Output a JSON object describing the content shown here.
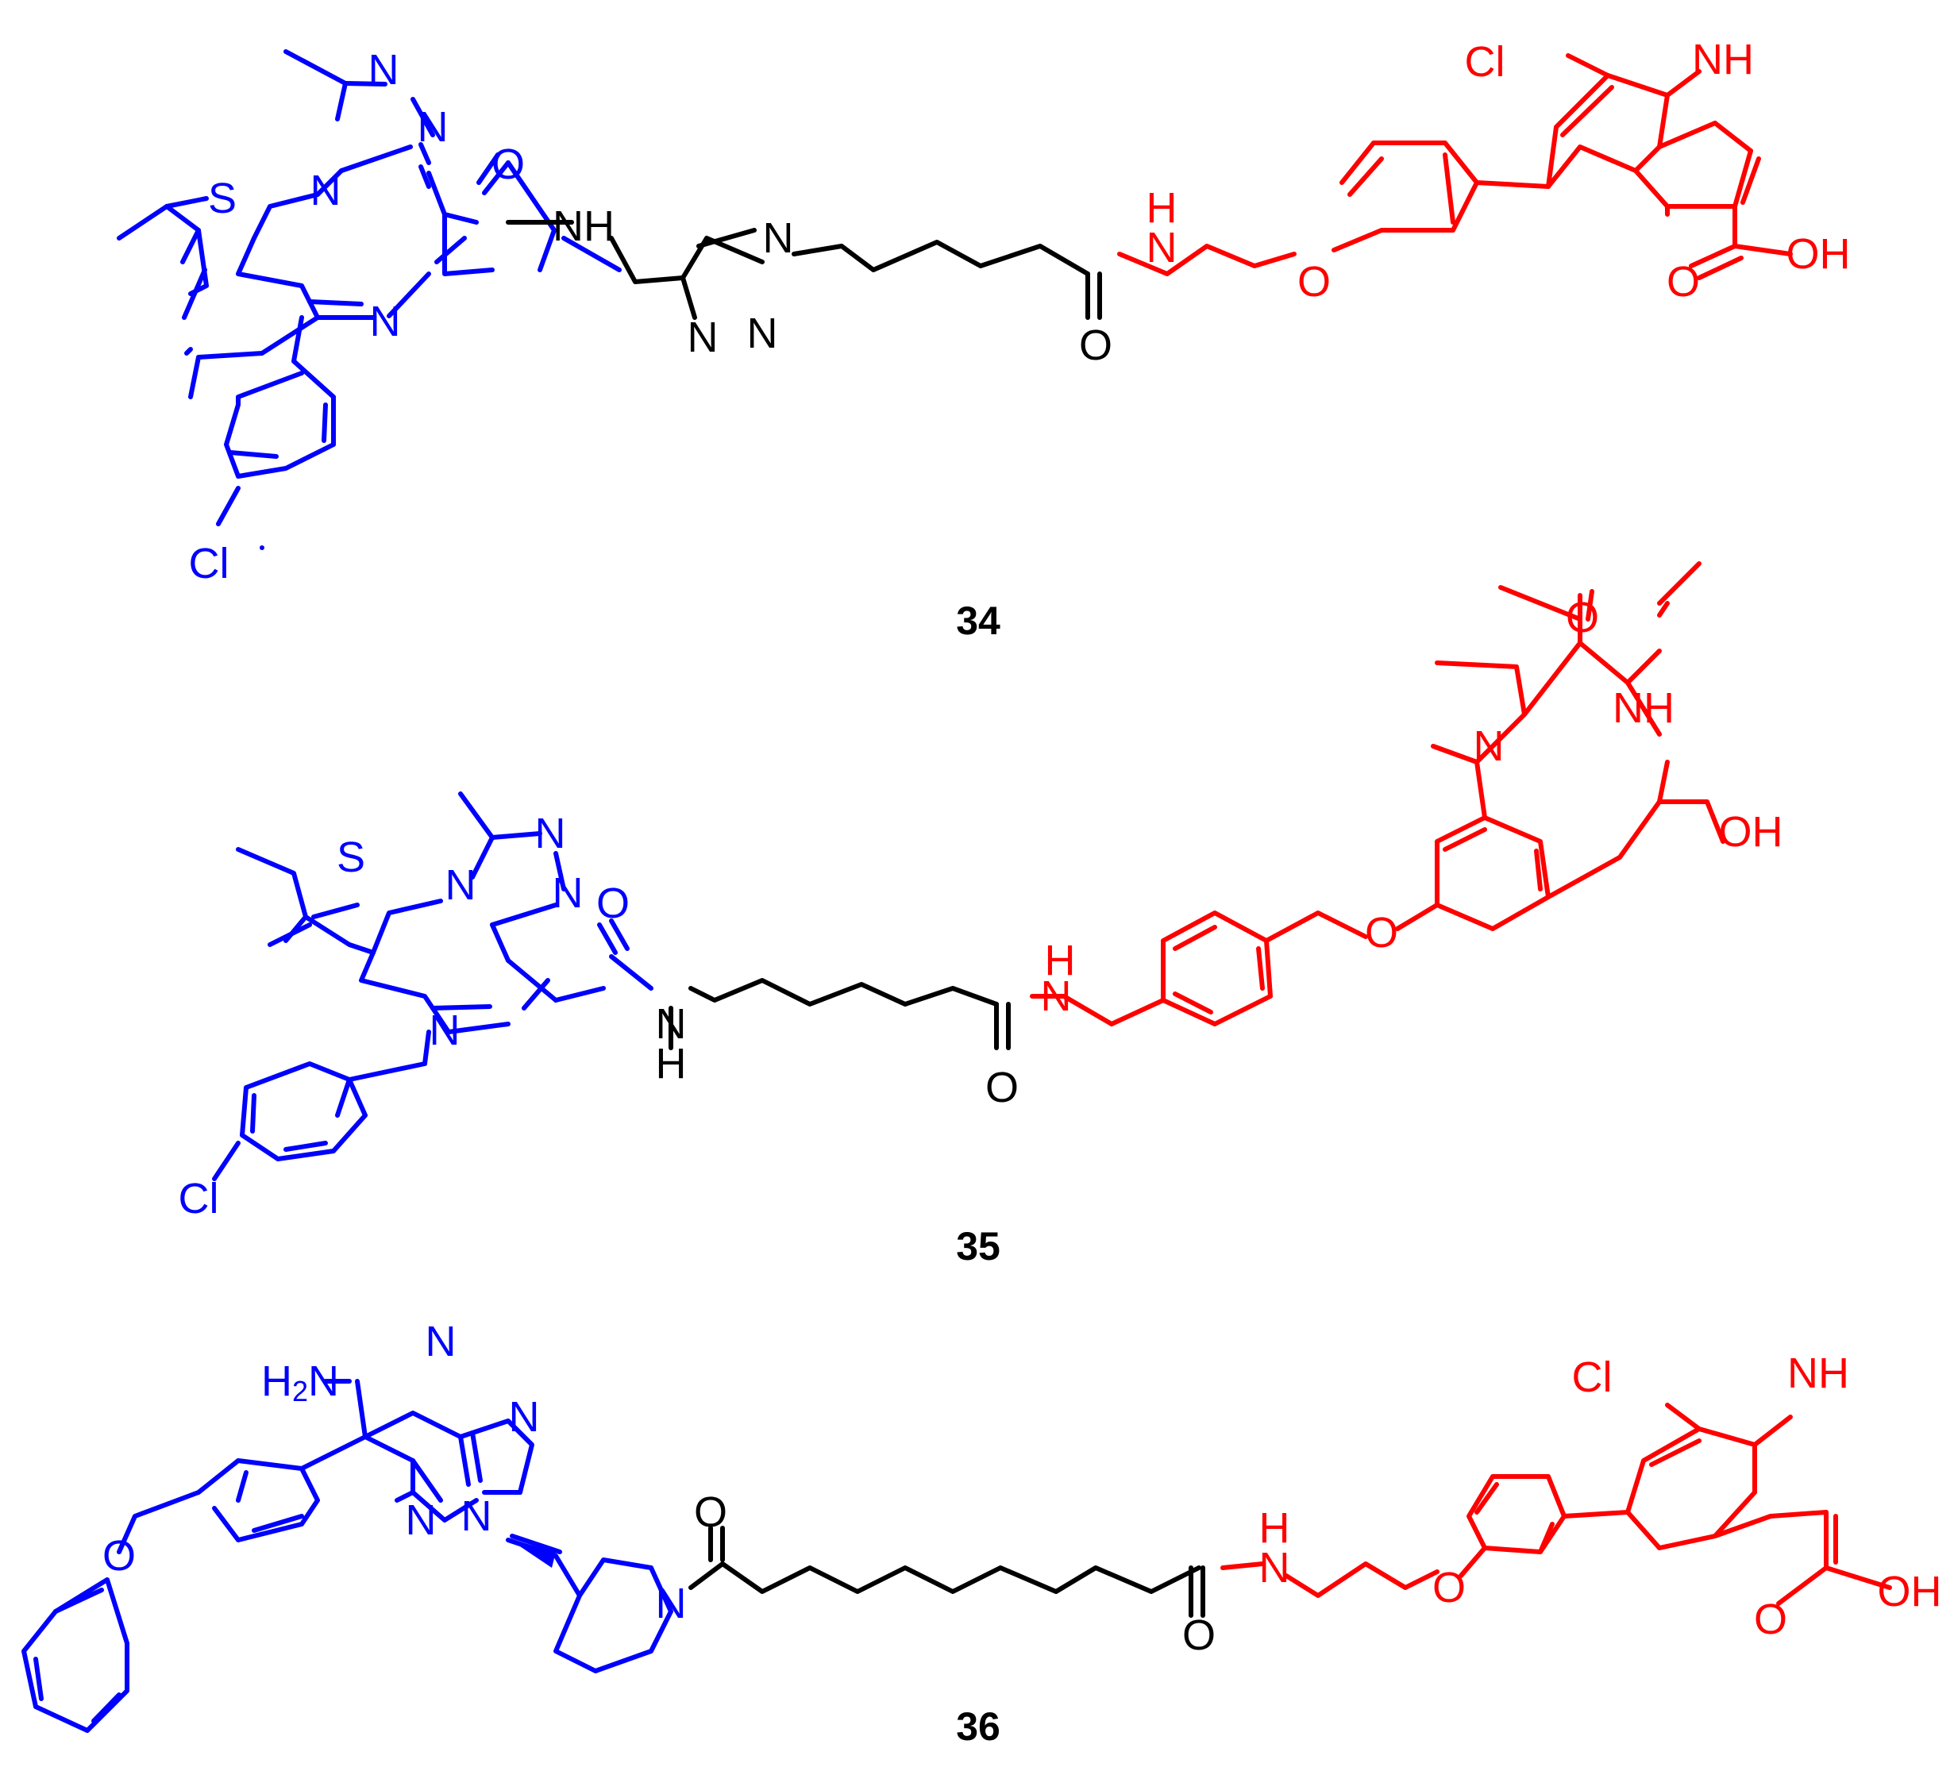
{
  "colors": {
    "blue": "#0000ff",
    "black": "#000000",
    "red": "#ff0000"
  },
  "compounds": [
    {
      "number": "34",
      "labels": {
        "Cl_top": "Cl",
        "NH_indole": "NH",
        "N_a": "N",
        "N_b": "N",
        "S": "S",
        "N_c": "N",
        "N_d": "N",
        "O_a": "O",
        "NH_a": "NH",
        "N_tri1": "N",
        "N_tri2": "N",
        "N_tri3": "N",
        "O_b": "O",
        "H_amide": "H",
        "N_amide": "N",
        "O_ether": "O",
        "O_acid": "O",
        "OH_acid": "OH",
        "Cl_aryl": "Cl"
      }
    },
    {
      "number": "35",
      "labels": {
        "O_ring": "O",
        "NH_ring": "NH",
        "N_me": "N",
        "OH": "OH",
        "S": "S",
        "N_a": "N",
        "N_b": "N",
        "N_c": "N",
        "O_a": "O",
        "N_d": "N",
        "H_amide1": "H",
        "N_amide1": "N",
        "H_amide2": "H",
        "N_amide2": "N",
        "O_b": "O",
        "O_ether": "O",
        "Cl_aryl": "Cl"
      }
    },
    {
      "number": "36",
      "labels": {
        "N_pyr1": "N",
        "H2N": "H2N",
        "N_pyr2": "N",
        "O_phen": "O",
        "N_pz1": "N",
        "N_pz2": "N",
        "N_pip": "N",
        "O_a": "O",
        "O_b": "O",
        "H_amide": "H",
        "N_amide": "N",
        "O_ether": "O",
        "Cl_top": "Cl",
        "NH_indole": "NH",
        "O_acid": "O",
        "OH_acid": "OH"
      }
    }
  ]
}
